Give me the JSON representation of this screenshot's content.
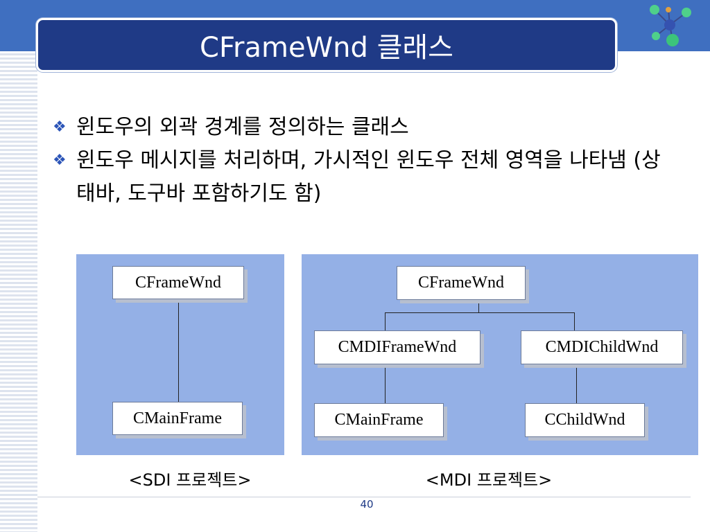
{
  "slide": {
    "title": "CFrameWnd 클래스",
    "page_number": "40"
  },
  "bullets": [
    {
      "text": "윈도우의 외곽 경계를 정의하는 클래스"
    },
    {
      "text": "윈도우 메시지를 처리하며, 가시적인 윈도우 전체 영역을 나타냄 (상태바, 도구바 포함하기도 함)"
    }
  ],
  "diagram": {
    "sdi": {
      "root": "CFrameWnd",
      "child": "CMainFrame",
      "caption": "<SDI 프로젝트>"
    },
    "mdi": {
      "root": "CFrameWnd",
      "left": "CMDIFrameWnd",
      "right": "CMDIChildWnd",
      "left_child": "CMainFrame",
      "right_child": "CChildWnd",
      "caption": "<MDI 프로젝트>"
    }
  },
  "colors": {
    "title_bar": "#1f3a86",
    "top_band": "#3f6fc0",
    "panel": "#94b0e6",
    "bullet": "#2c55b8"
  }
}
